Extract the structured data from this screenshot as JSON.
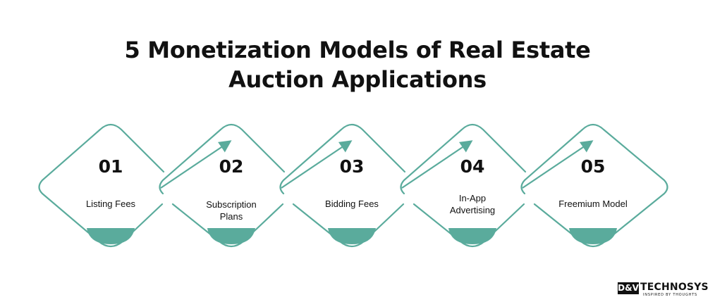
{
  "title": {
    "line1": "5 Monetization Models of Real Estate",
    "line2": "Auction Applications"
  },
  "steps": [
    {
      "number": "01",
      "label_line1": "Listing Fees",
      "label_line2": ""
    },
    {
      "number": "02",
      "label_line1": "Subscription",
      "label_line2": "Plans"
    },
    {
      "number": "03",
      "label_line1": "Bidding Fees",
      "label_line2": ""
    },
    {
      "number": "04",
      "label_line1": "In-App",
      "label_line2": "Advertising"
    },
    {
      "number": "05",
      "label_line1": "Freemium Model",
      "label_line2": ""
    }
  ],
  "logo": {
    "mark": "D&V",
    "name": "TECHNOSYS",
    "tagline": "INSPIRED BY THOUGHTS"
  },
  "colors": {
    "accent": "#5aab9c",
    "text": "#111111",
    "background": "#ffffff"
  }
}
